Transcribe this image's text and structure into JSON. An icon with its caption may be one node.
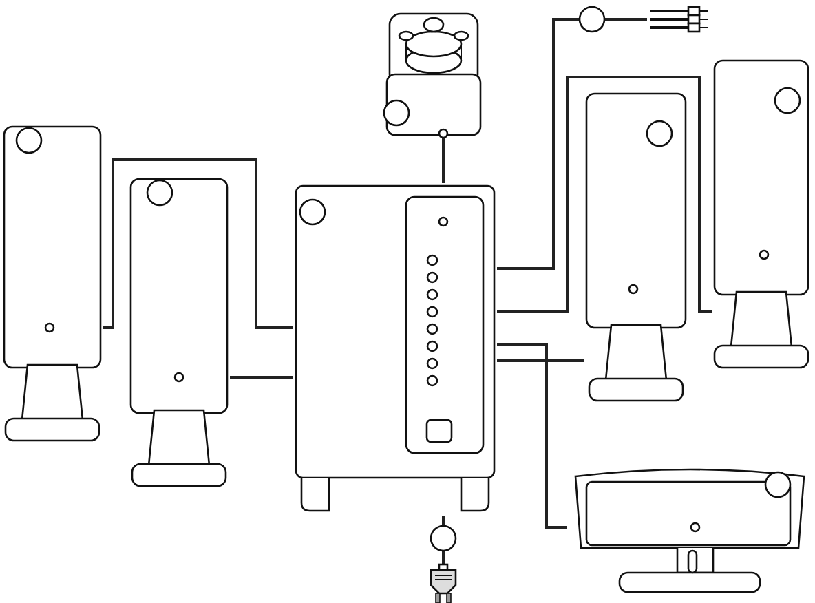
{
  "diagram": {
    "nodes": [
      {
        "text": [],
        "shape": "picture"
      },
      {
        "text": [],
        "shape": "picture"
      },
      {
        "text": [],
        "shape": "picture"
      },
      {
        "text": [],
        "shape": "picture"
      },
      {
        "text": [],
        "shape": "picture"
      },
      {
        "text": [],
        "shape": "picture"
      },
      {
        "text": [],
        "shape": "picture"
      },
      {
        "text": [],
        "shape": "picture"
      },
      {
        "text": [],
        "shape": "picture"
      }
    ],
    "edges": [
      {
        "from": 0,
        "to": 4,
        "arrow": "none"
      },
      {
        "from": 1,
        "to": 4,
        "arrow": "none"
      },
      {
        "from": 2,
        "to": 4,
        "arrow": "none"
      },
      {
        "from": 3,
        "to": 4,
        "arrow": "none"
      },
      {
        "from": 4,
        "to": 6,
        "arrow": "none"
      },
      {
        "from": 4,
        "to": 7,
        "arrow": "none"
      },
      {
        "from": 4,
        "to": 5,
        "arrow": "none"
      },
      {
        "from": 4,
        "to": 8,
        "arrow": "none"
      }
    ]
  }
}
